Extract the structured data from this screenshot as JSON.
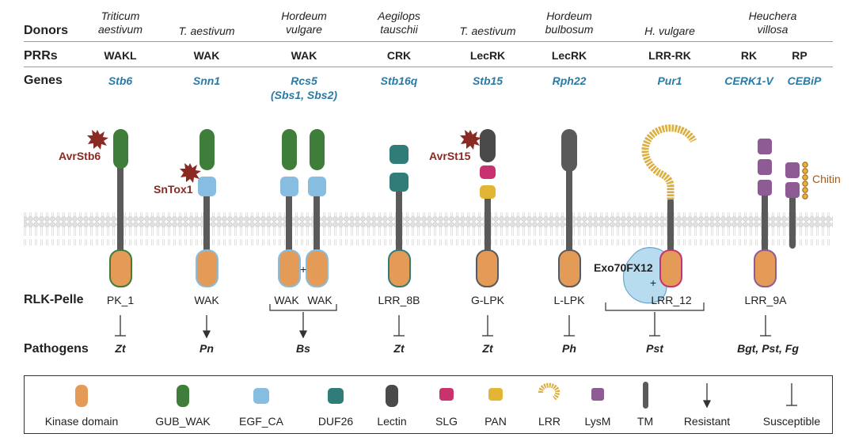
{
  "row_labels": {
    "donors": "Donors",
    "prrs": "PRRs",
    "genes": "Genes",
    "rlk": "RLK-Pelle",
    "pathogens": "Pathogens"
  },
  "columns": [
    {
      "donor": [
        "Triticum",
        "aestivum"
      ],
      "prr": "WAKL",
      "gene": [
        "Stb6"
      ],
      "rlk": "PK_1",
      "pathogen": "Zt",
      "effect": "susceptible"
    },
    {
      "donor": [
        "T. aestivum"
      ],
      "prr": "WAK",
      "gene": [
        "Snn1"
      ],
      "rlk": "WAK",
      "pathogen": "Pn",
      "effect": "resistant"
    },
    {
      "donor": [
        "Hordeum",
        "vulgare"
      ],
      "prr": "WAK",
      "gene": [
        "Rcs5",
        "(Sbs1, Sbs2)"
      ],
      "rlk": "WAK",
      "rlk2": "WAK",
      "pathogen": "Bs",
      "effect": "resistant"
    },
    {
      "donor": [
        "Aegilops",
        "tauschii"
      ],
      "prr": "CRK",
      "gene": [
        "Stb16q"
      ],
      "rlk": "LRR_8B",
      "pathogen": "Zt",
      "effect": "susceptible"
    },
    {
      "donor": [
        "T. aestivum"
      ],
      "prr": "LecRK",
      "gene": [
        "Stb15"
      ],
      "rlk": "G-LPK",
      "pathogen": "Zt",
      "effect": "susceptible"
    },
    {
      "donor": [
        "Hordeum",
        "bulbosum"
      ],
      "prr": "LecRK",
      "gene": [
        "Rph22"
      ],
      "rlk": "L-LPK",
      "pathogen": "Ph",
      "effect": "susceptible"
    },
    {
      "donor": [
        "H. vulgare"
      ],
      "prr": "LRR-RK",
      "gene": [
        "Pur1"
      ],
      "rlk": "LRR_12",
      "pathogen": "Pst",
      "effect": "susceptible"
    },
    {
      "donor": [
        "Heuchera",
        "villosa"
      ],
      "prr": "RK",
      "prr2": "RP",
      "gene": [
        "CERK1-V"
      ],
      "gene2": "CEBiP",
      "rlk": "LRR_9A",
      "pathogen": "Bgt, Pst, Fg",
      "effect": "susceptible"
    }
  ],
  "annotations": {
    "avrstb6": "AvrStb6",
    "sntox1": "SnTox1",
    "avrst15": "AvrSt15",
    "exo70": "Exo70FX12",
    "chitin": "Chitin",
    "plus": "+"
  },
  "legend": [
    {
      "label": "Kinase domain",
      "icon": "kinase-domain-icon"
    },
    {
      "label": "GUB_WAK",
      "icon": "gub-wak-icon"
    },
    {
      "label": "EGF_CA",
      "icon": "egf-ca-icon"
    },
    {
      "label": "DUF26",
      "icon": "duf26-icon"
    },
    {
      "label": "Lectin",
      "icon": "lectin-icon"
    },
    {
      "label": "SLG",
      "icon": "slg-icon"
    },
    {
      "label": "PAN",
      "icon": "pan-icon"
    },
    {
      "label": "LRR",
      "icon": "lrr-icon"
    },
    {
      "label": "LysM",
      "icon": "lysm-icon"
    },
    {
      "label": "TM",
      "icon": "tm-icon"
    },
    {
      "label": "Resistant",
      "icon": "resistant-arrow-icon"
    },
    {
      "label": "Susceptible",
      "icon": "susceptible-bar-icon"
    }
  ],
  "colors": {
    "kinase": "#e39b57",
    "gub_wak": "#3e7e3a",
    "egf_ca": "#86bde0",
    "duf26": "#2f7c78",
    "lectin": "#4a4a4a",
    "slg": "#c8336f",
    "pan": "#e3b534",
    "lrr": "#dcae3e",
    "lysm": "#8e5b94",
    "tm": "#5a5a5a",
    "gene_text": "#2b7aa4",
    "effector": "#8b2a23",
    "membrane": "#d9d9d9",
    "exo70": "#b7dcef"
  }
}
